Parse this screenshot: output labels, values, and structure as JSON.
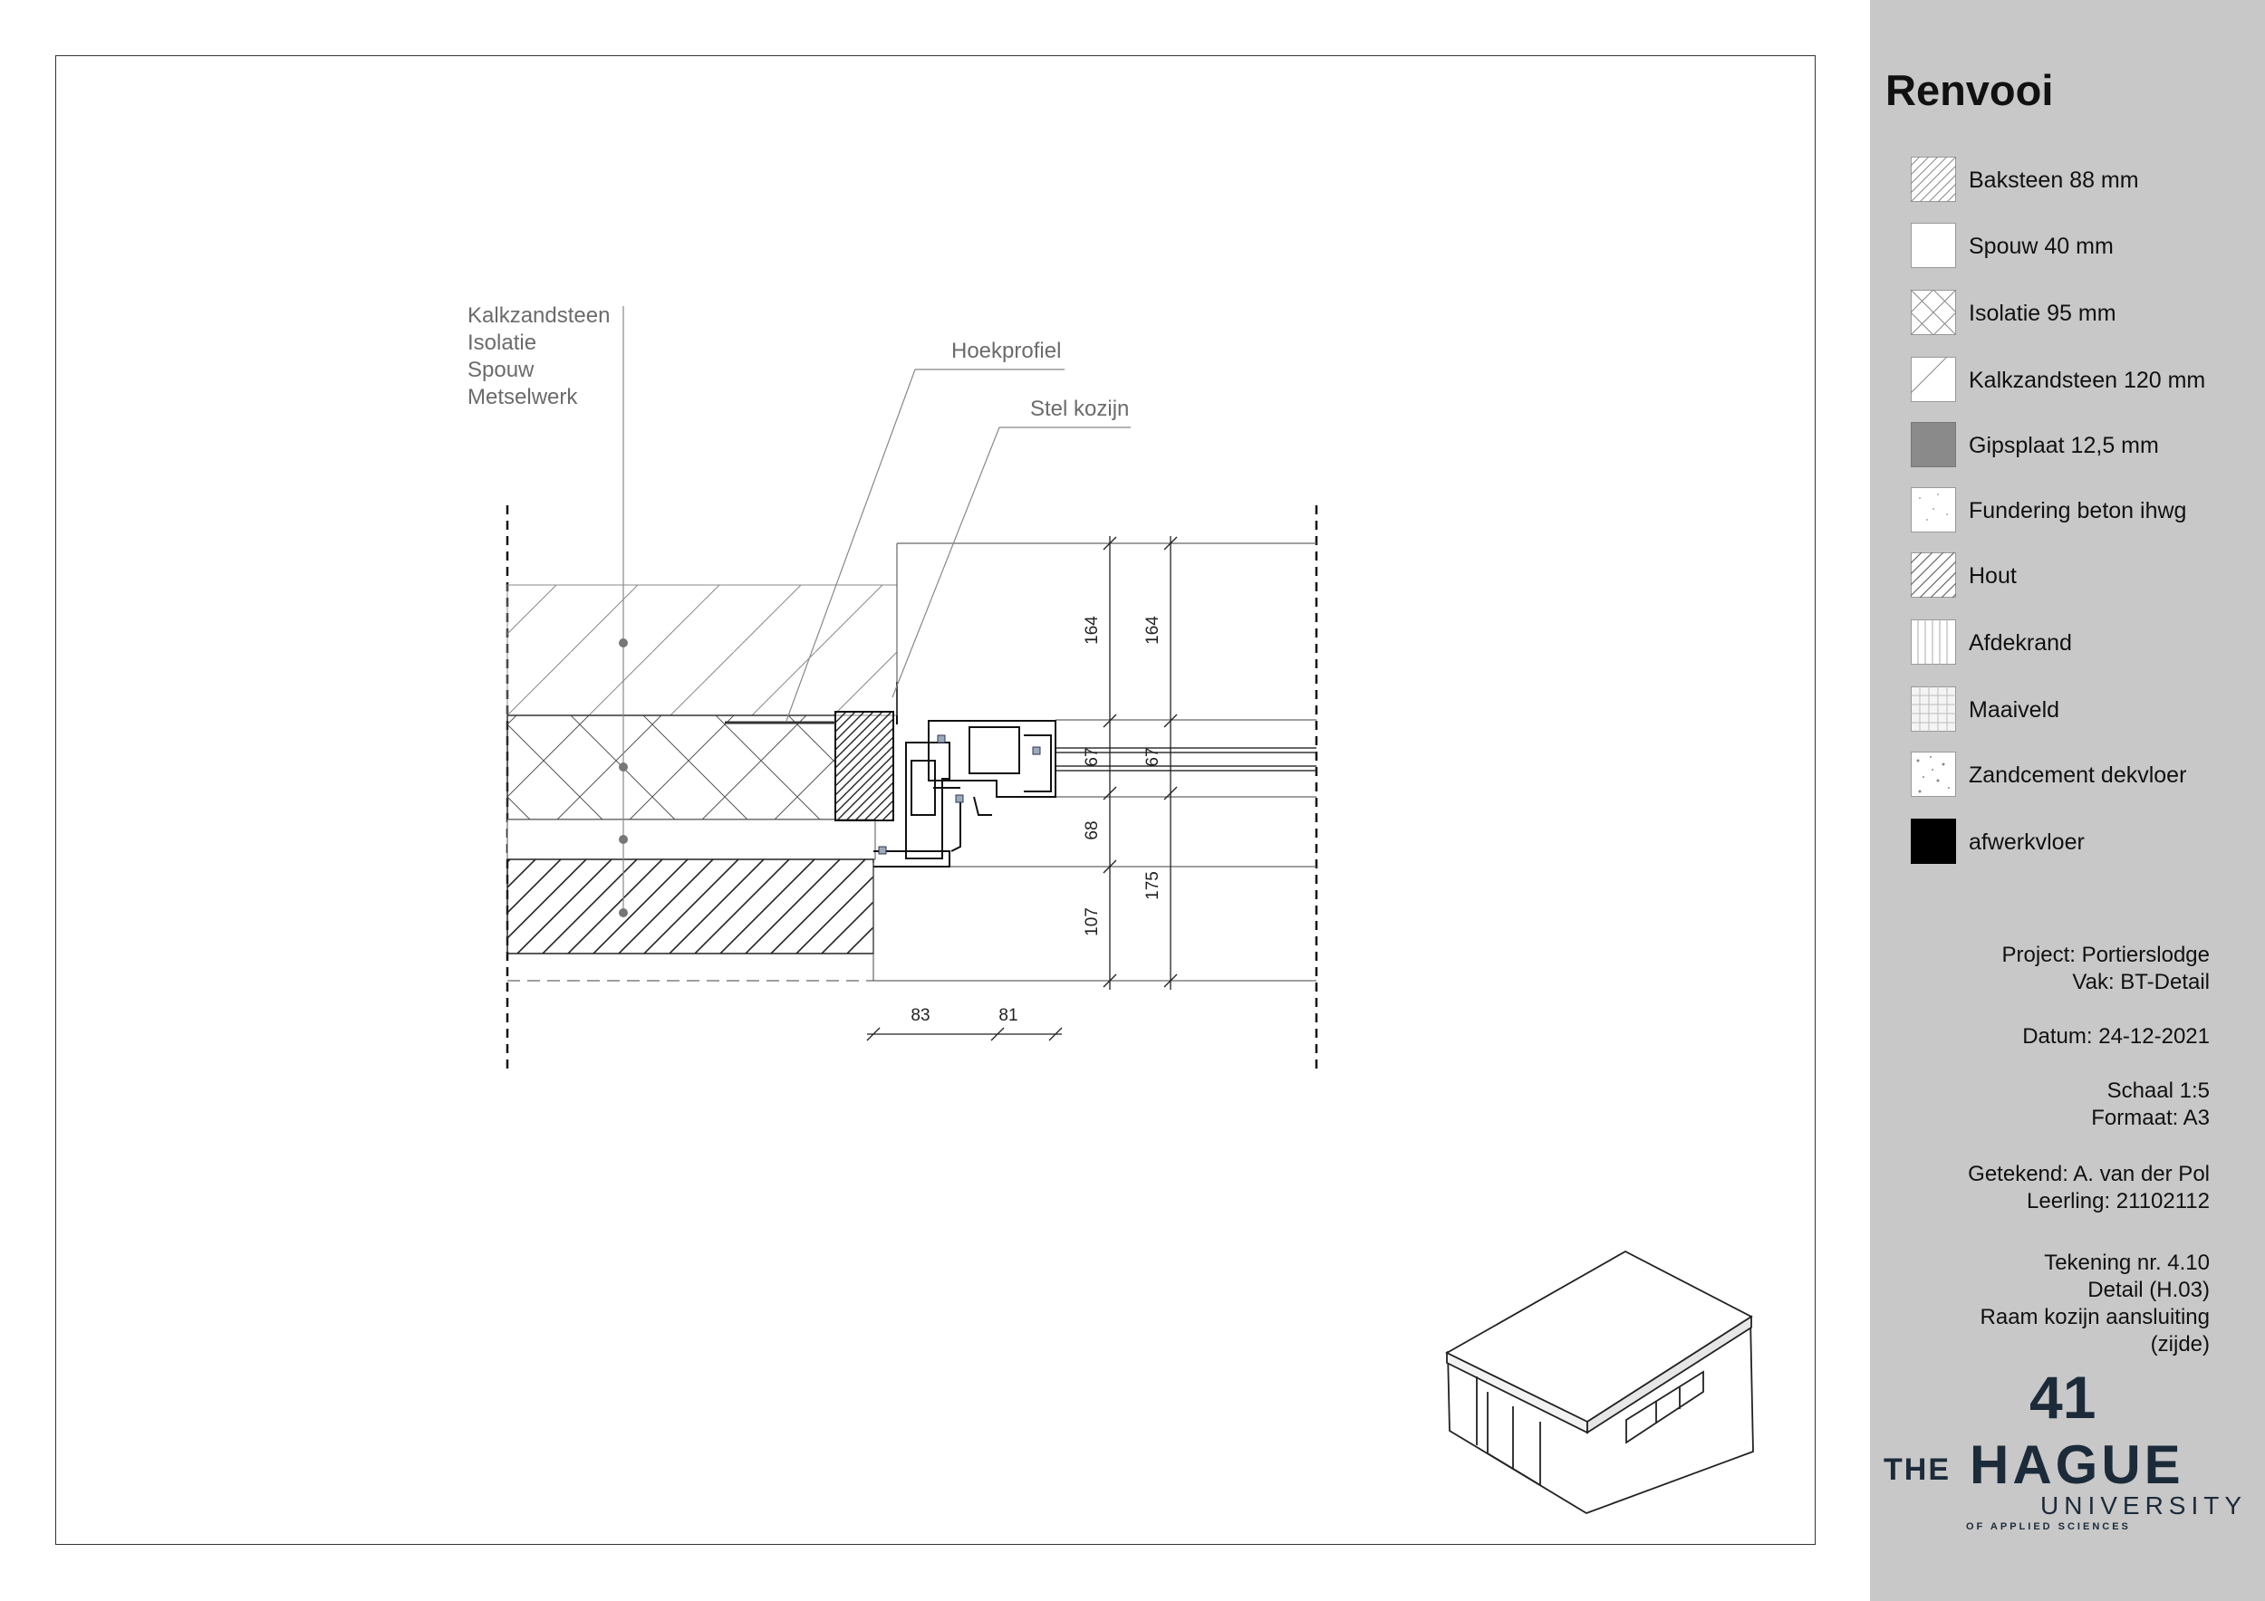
{
  "annotations": {
    "layers": [
      "Kalkzandsteen",
      "Isolatie",
      "Spouw",
      "Metselwerk"
    ],
    "hoekprofiel": "Hoekprofiel",
    "stel_kozijn": "Stel kozijn"
  },
  "dimensions": {
    "v164a": "164",
    "v164b": "164",
    "v67a": "67",
    "v67b": "67",
    "v68": "68",
    "v107": "107",
    "v175": "175",
    "h83": "83",
    "h81": "81"
  },
  "legend": {
    "title": "Renvooi",
    "items": [
      {
        "label": "Baksteen 88 mm",
        "pattern": "diagonal-hatch"
      },
      {
        "label": "Spouw 40 mm",
        "pattern": "blank"
      },
      {
        "label": "Isolatie 95 mm",
        "pattern": "cross-hatch"
      },
      {
        "label": "Kalkzandsteen 120 mm",
        "pattern": "single-diagonal"
      },
      {
        "label": "Gipsplaat 12,5 mm",
        "pattern": "solid-grey"
      },
      {
        "label": "Fundering beton ihwg",
        "pattern": "speckle"
      },
      {
        "label": "Hout",
        "pattern": "wood-hatch"
      },
      {
        "label": "Afdekrand",
        "pattern": "vertical-lines"
      },
      {
        "label": "Maaiveld",
        "pattern": "grid"
      },
      {
        "label": "Zandcement dekvloer",
        "pattern": "speckle-dense"
      },
      {
        "label": "afwerkvloer",
        "pattern": "solid-black"
      }
    ]
  },
  "info": {
    "project": "Project: Portierslodge",
    "vak": "Vak: BT-Detail",
    "datum": "Datum: 24-12-2021",
    "schaal": "Schaal 1:5",
    "formaat": "Formaat: A3",
    "getekend": "Getekend: A. van der Pol",
    "leerling": "Leerling: 21102112",
    "tekening": "Tekening nr. 4.10",
    "detail": "Detail (H.03)",
    "omschrijving1": "Raam kozijn aansluiting",
    "omschrijving2": "(zijde)",
    "sheet_number": "41"
  },
  "logo": {
    "line1a": "THE",
    "line1b": "HAGUE",
    "line2": "UNIVERSITY",
    "line3": "OF APPLIED SCIENCES",
    "color": "#1c2b3a"
  },
  "colors": {
    "sidebar": "#c8c8c8",
    "ink": "#222222",
    "annotation": "#6b6b6b"
  }
}
